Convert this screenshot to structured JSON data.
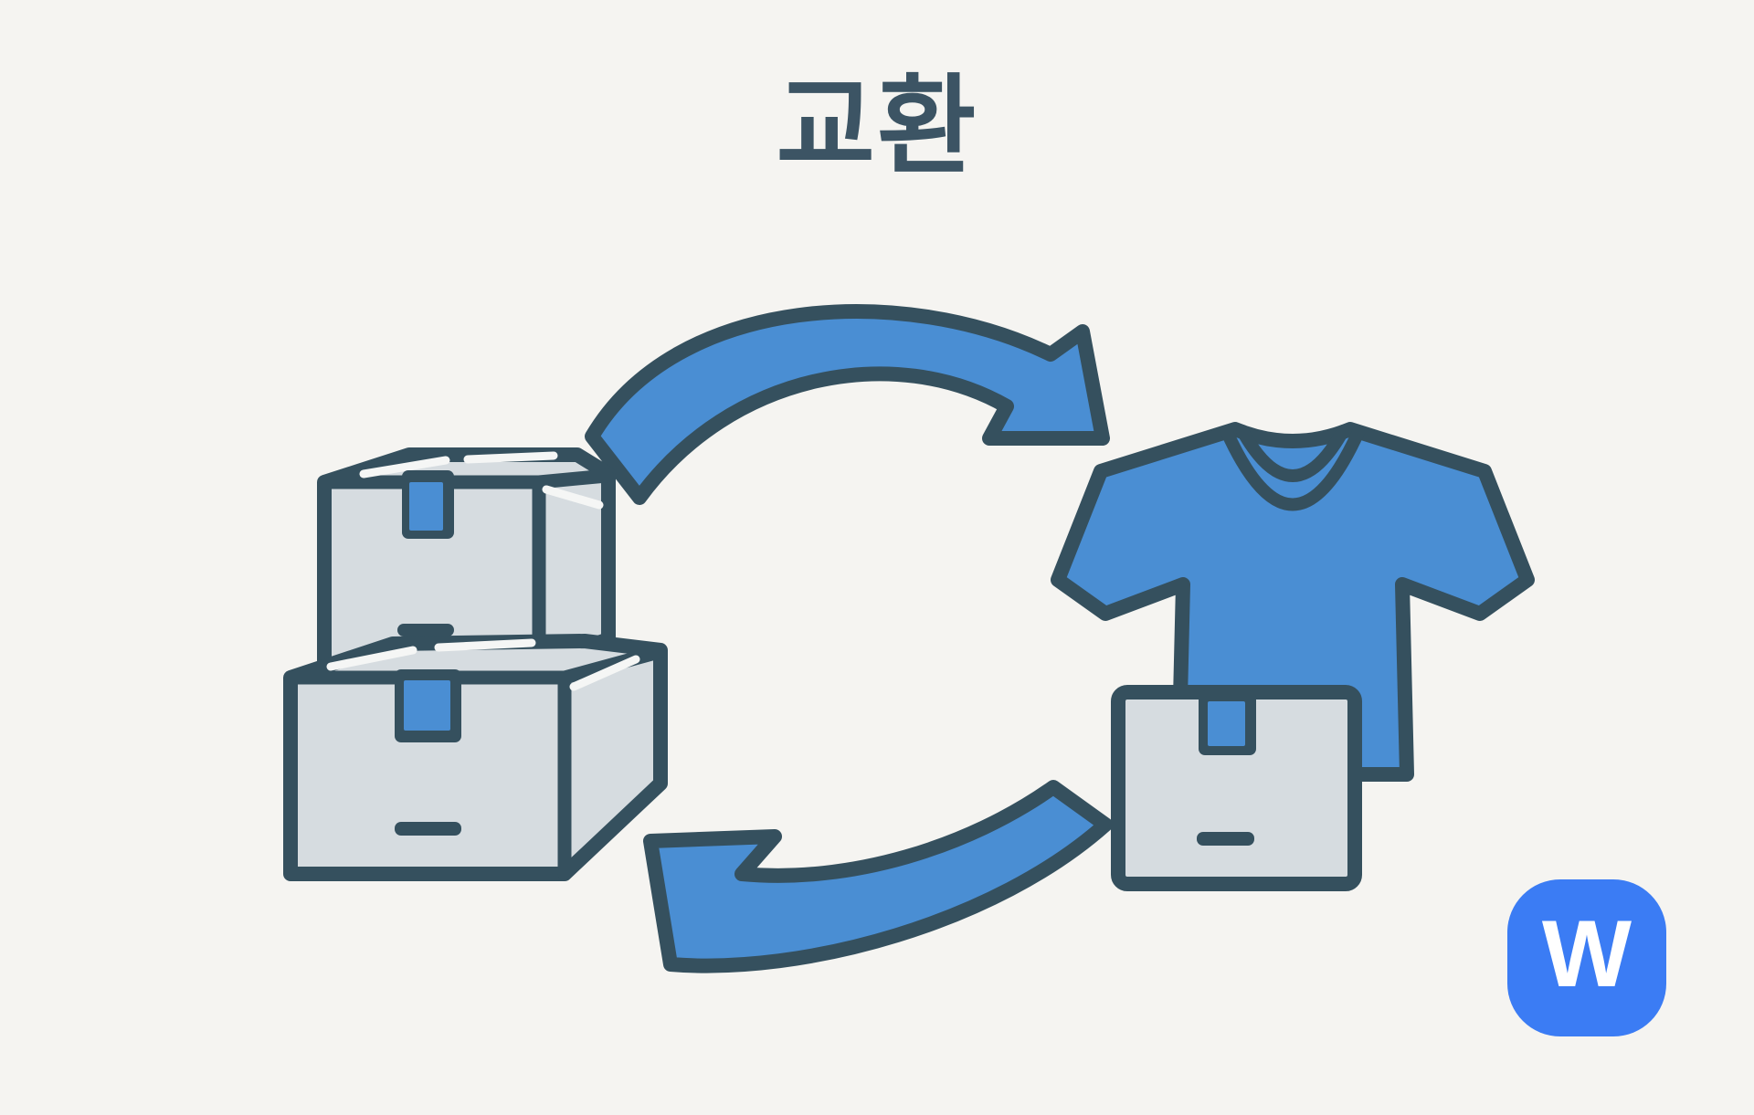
{
  "title": {
    "text": "교환"
  },
  "logo": {
    "letter": "W"
  },
  "colors": {
    "background": "#f5f4f1",
    "ink": "#35505e",
    "blue": "#4a8ed3",
    "box_gray": "#d6dce0",
    "slit_white": "#f5f6f5",
    "logo_blue": "#3b7cf4",
    "logo_letter": "#ffffff",
    "title_color": "#3c5464"
  },
  "illustration": {
    "icons": {
      "top_arrow": "curved-arrow-right-icon",
      "bottom_arrow": "curved-arrow-left-icon",
      "box_stack": "cardboard-box-stack-icon",
      "tshirt": "t-shirt-icon",
      "parcel_box": "parcel-box-icon",
      "brand_logo": "w-brand-logo"
    }
  }
}
